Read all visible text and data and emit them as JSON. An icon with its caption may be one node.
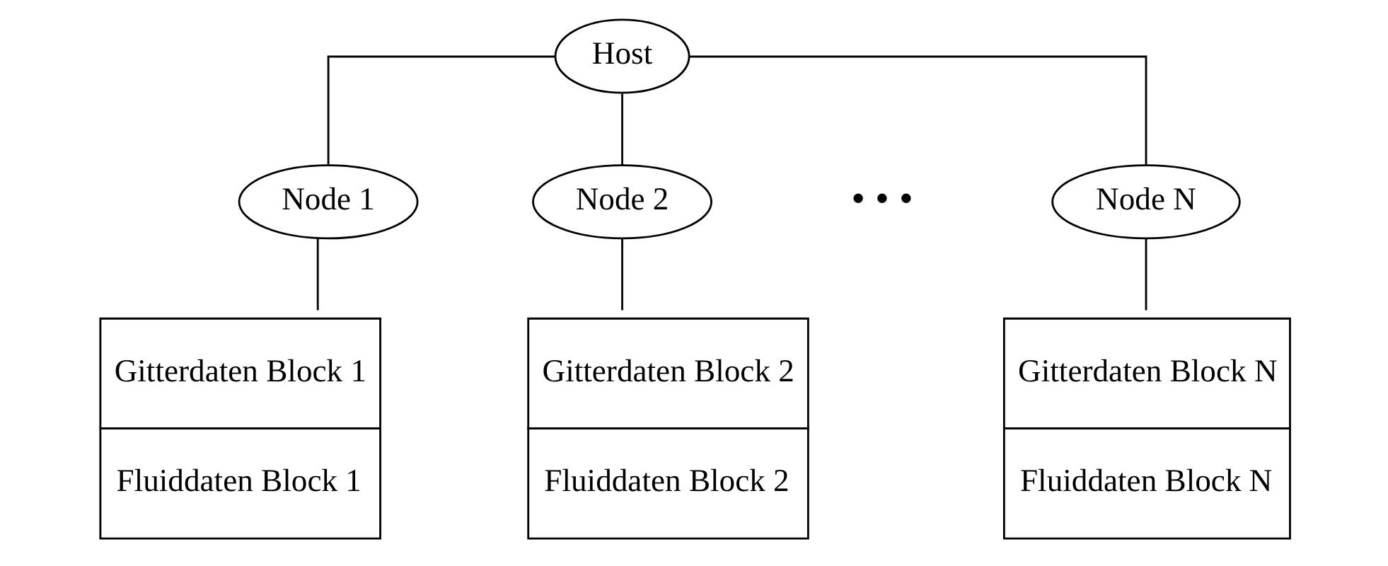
{
  "diagram": {
    "nodes": [
      {
        "text": [
          "Host"
        ]
      },
      {
        "text": [
          "Node 1"
        ]
      },
      {
        "text": [
          "Node 2"
        ]
      },
      {
        "text": [
          "Node N"
        ]
      },
      {
        "text": [
          "Gitterdaten Block 1",
          "Fluiddaten Block 1"
        ]
      },
      {
        "text": [
          "Gitterdaten Block 2",
          "Fluiddaten Block 2"
        ]
      },
      {
        "text": [
          "Gitterdaten Block N",
          "Fluiddaten Block N"
        ]
      }
    ],
    "edges": [
      {
        "from": 0,
        "to": 1,
        "arrow": "none"
      },
      {
        "from": 0,
        "to": 2,
        "arrow": "none"
      },
      {
        "from": 0,
        "to": 3,
        "arrow": "none"
      },
      {
        "from": 1,
        "to": 4,
        "arrow": "none"
      },
      {
        "from": 2,
        "to": 5,
        "arrow": "none"
      },
      {
        "from": 3,
        "to": 6,
        "arrow": "none"
      }
    ],
    "labels": [
      "• • •"
    ]
  }
}
